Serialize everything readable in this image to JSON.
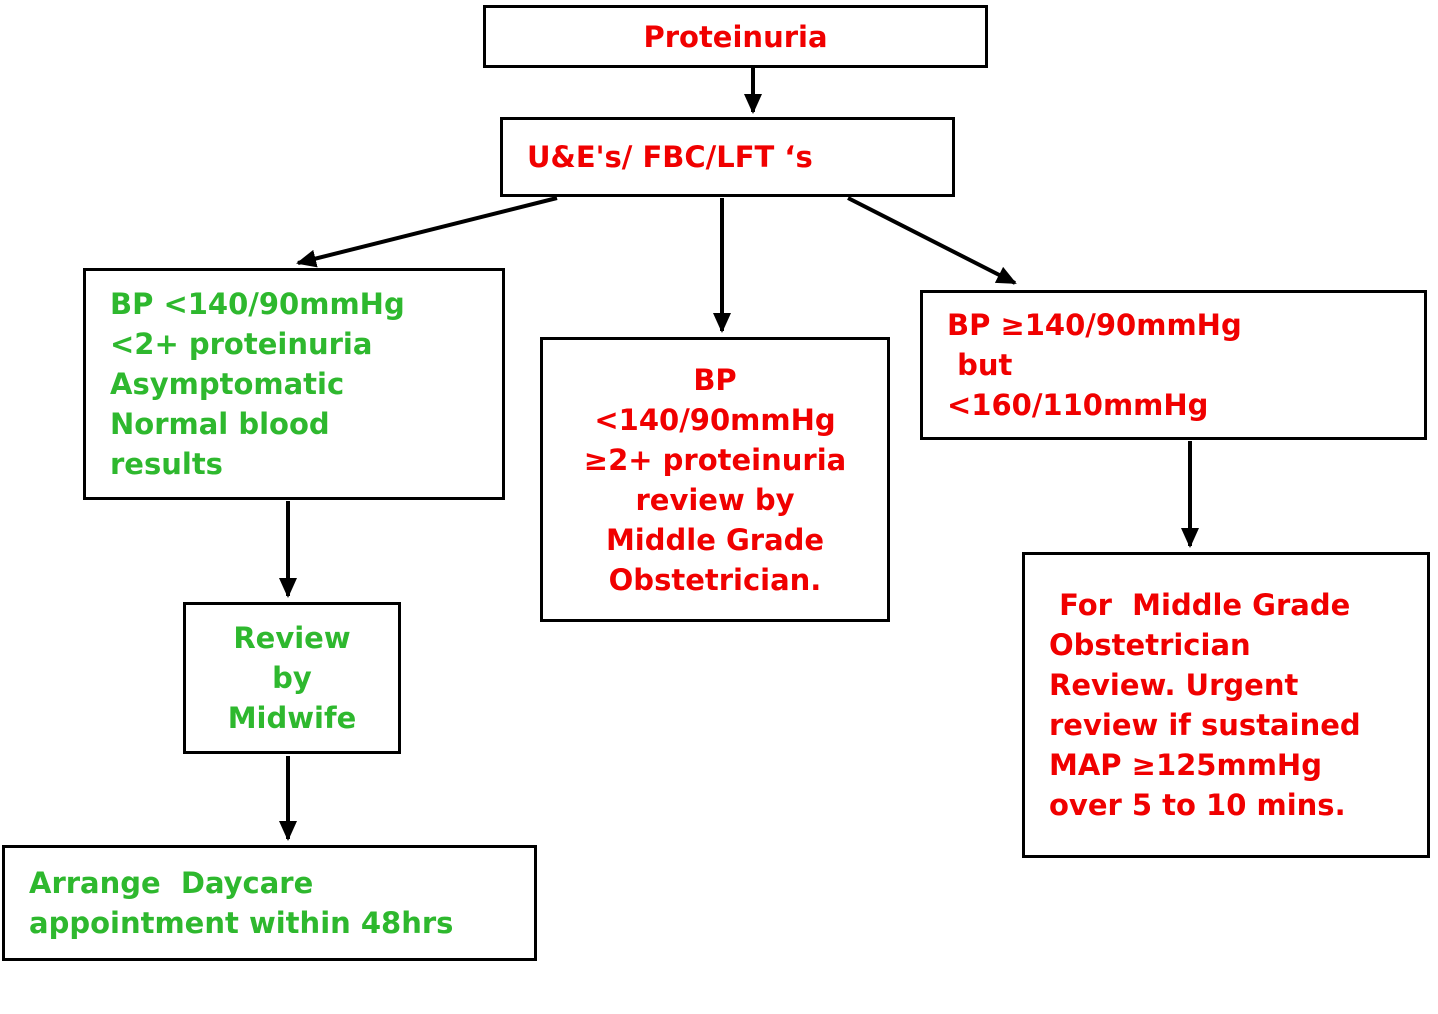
{
  "title": "Proteinuria management flowchart",
  "colors": {
    "red": "#f00000",
    "green": "#2eb82e",
    "line": "#000000"
  },
  "nodes": {
    "proteinuria": "Proteinuria",
    "tests": "U&E's/ FBC/LFT ‘s",
    "mild": "BP <140/90mmHg\n<2+ proteinuria\nAsymptomatic\nNormal blood\nresults",
    "moderate": "BP\n<140/90mmHg\n≥2+ proteinuria\nreview by\nMiddle Grade\nObstetrician.",
    "raised": "BP ≥140/90mmHg\n but\n<160/110mmHg",
    "midwife": "Review\nby\nMidwife",
    "daycare": "Arrange  Daycare\nappointment within 48hrs",
    "obstetrician": " For  Middle Grade\nObstetrician\nReview. Urgent\nreview if sustained\nMAP ≥125mmHg\nover 5 to 10 mins."
  }
}
